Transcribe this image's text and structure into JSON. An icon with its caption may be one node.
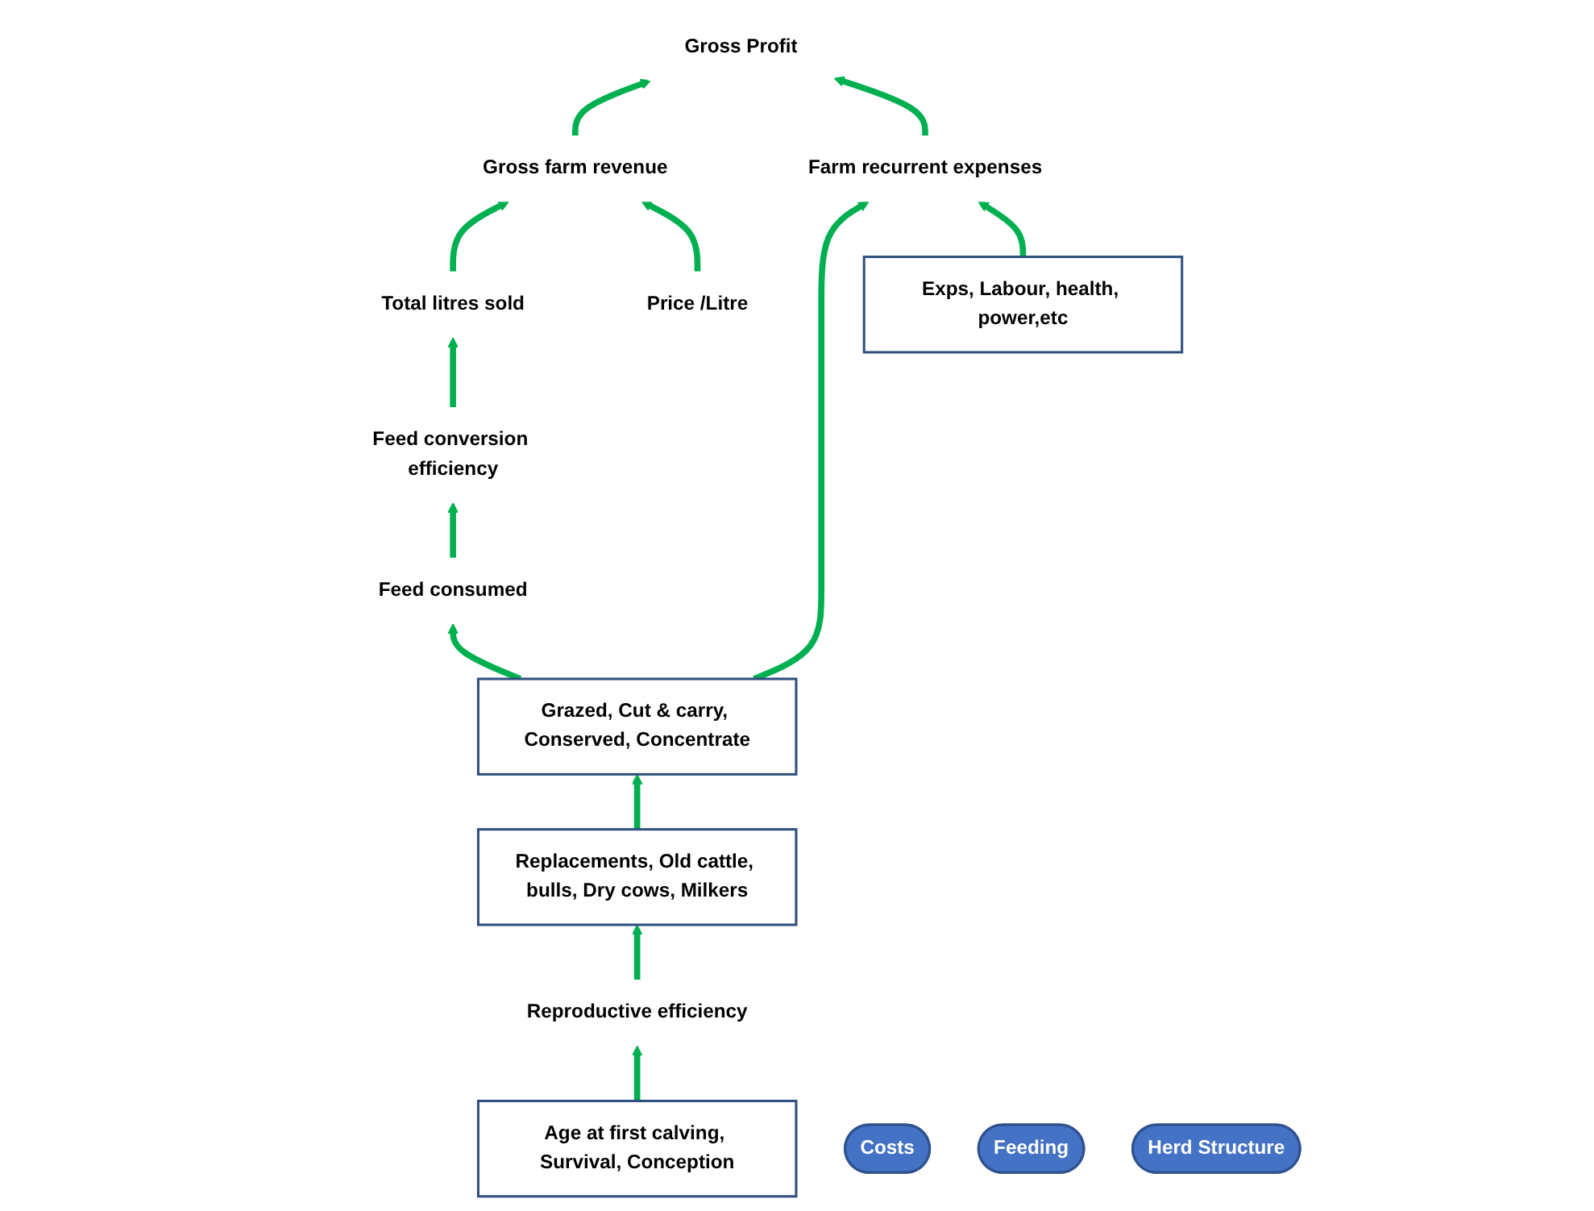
{
  "diagram": {
    "nodes": [
      {
        "text": [
          "Gross Profit"
        ]
      },
      {
        "text": [
          "Gross farm revenue"
        ]
      },
      {
        "text": [
          "Farm recurrent expenses"
        ]
      },
      {
        "text": [
          "Total litres sold"
        ]
      },
      {
        "text": [
          "Price /Litre"
        ]
      },
      {
        "text": [
          "Feed conversion efficiency"
        ]
      },
      {
        "text": [
          "Feed consumed"
        ]
      },
      {
        "text": [
          "Exps, Labour, health, power,etc"
        ]
      },
      {
        "text": [
          "Grazed, Cut & carry, Conserved, Concentrate"
        ]
      },
      {
        "text": [
          "Replacements, Old cattle, bulls, Dry cows, Milkers"
        ]
      },
      {
        "text": [
          "Reproductive efficiency"
        ]
      },
      {
        "text": [
          "Age at first calving, Survival, Conception"
        ]
      },
      {
        "text": [
          "Costs"
        ]
      },
      {
        "text": [
          "Feeding"
        ]
      },
      {
        "text": [
          "Herd Structure"
        ]
      }
    ],
    "edges": [
      {
        "from": 1,
        "to": 0,
        "arrow": "to"
      },
      {
        "from": 2,
        "to": 0,
        "arrow": "to"
      },
      {
        "from": 3,
        "to": 1,
        "arrow": "to"
      },
      {
        "from": 4,
        "to": 1,
        "arrow": "to"
      },
      {
        "from": 5,
        "to": 3,
        "arrow": "to"
      },
      {
        "from": 6,
        "to": 5,
        "arrow": "to"
      },
      {
        "from": 8,
        "to": 6,
        "arrow": "to"
      },
      {
        "from": 8,
        "to": 2,
        "arrow": "to"
      },
      {
        "from": 7,
        "to": 2,
        "arrow": "to"
      },
      {
        "from": 9,
        "to": 8,
        "arrow": "to"
      },
      {
        "from": 10,
        "to": 9,
        "arrow": "to"
      },
      {
        "from": 11,
        "to": 10,
        "arrow": "to"
      }
    ]
  }
}
